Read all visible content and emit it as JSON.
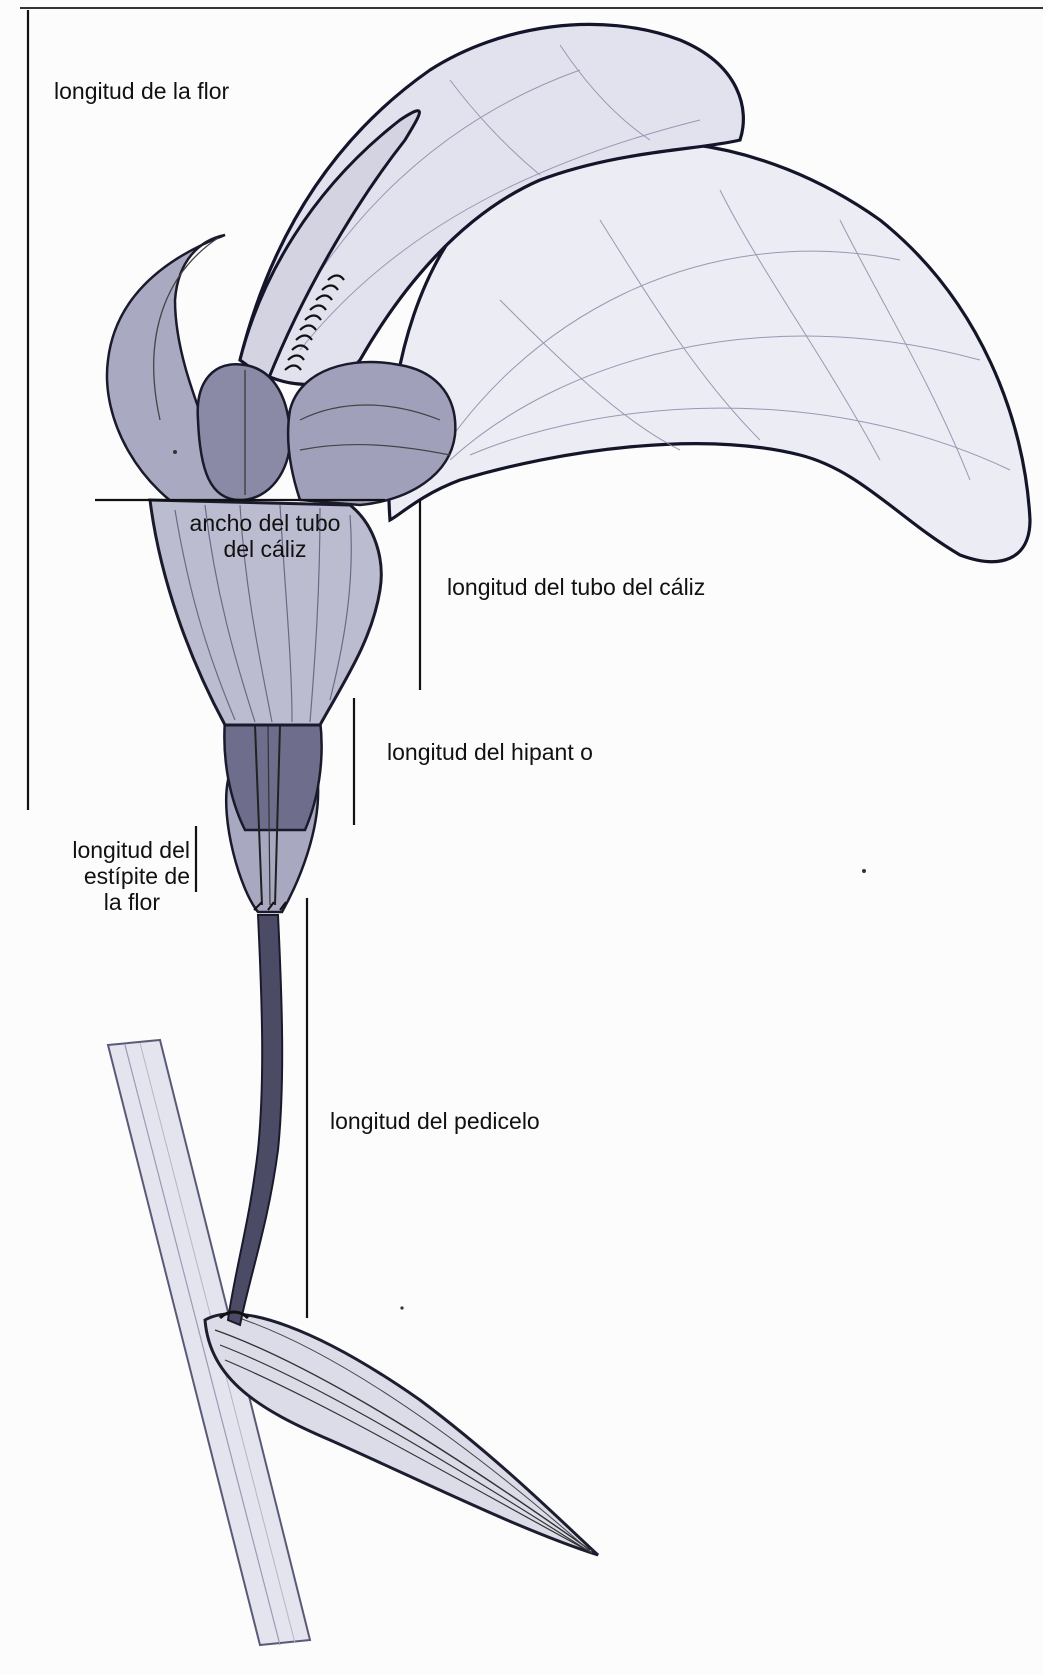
{
  "labels": {
    "flower_length": "longitud de la flor",
    "calyx_tube_width": [
      "ancho del tubo",
      "del cáliz"
    ],
    "calyx_tube_length": "longitud del tubo del cáliz",
    "hypanthium_length": "longitud del hipant o",
    "flower_stipe_length": [
      "longitud del",
      "estípite de",
      "la flor"
    ],
    "pedicel_length": "longitud del pedicelo"
  },
  "colors": {
    "pencil": "#2b2b44",
    "petal_shade": "#c9c9dc",
    "sepal_shade": "#9a9ab4",
    "dark_shade": "#55556e",
    "measure_line": "#111111"
  }
}
